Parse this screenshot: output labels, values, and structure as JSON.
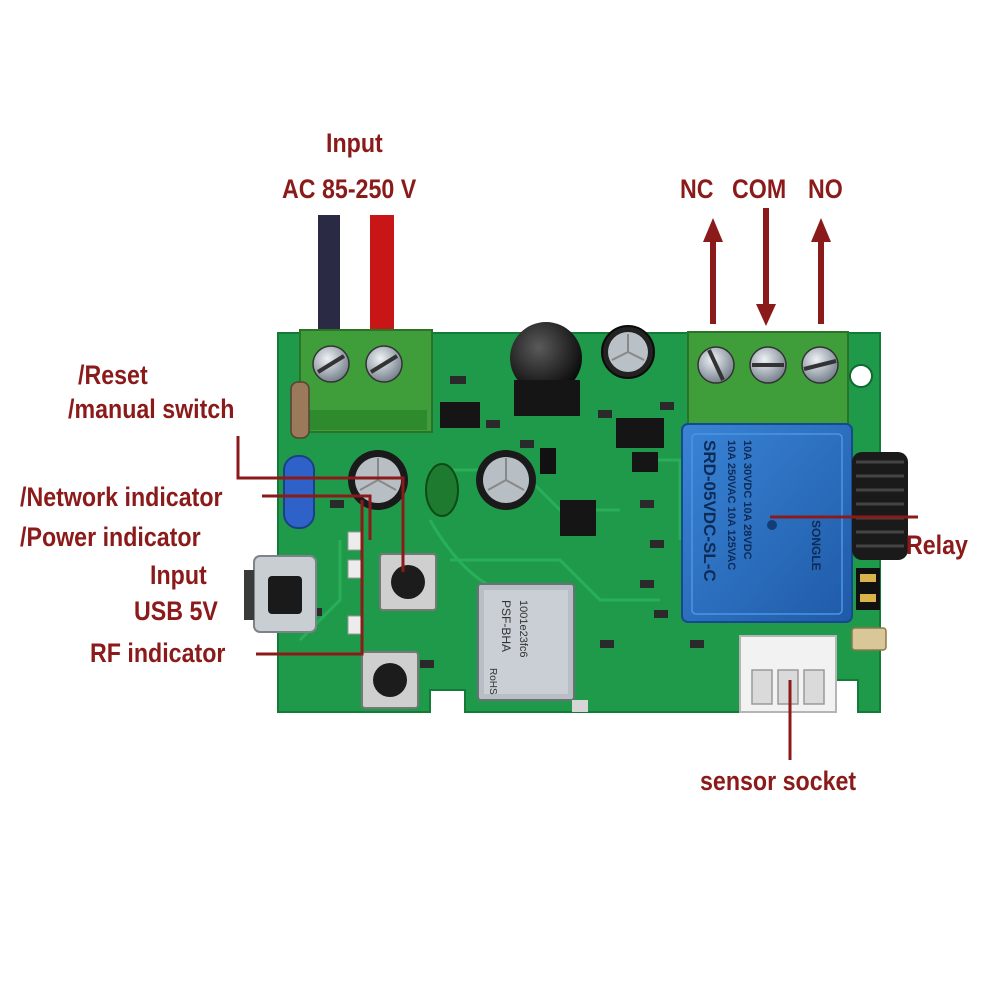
{
  "labels": {
    "input_ac_title": "Input",
    "input_ac_range": "AC  85-250 V",
    "nc": "NC",
    "com": "COM",
    "no": "NO",
    "reset": "/Reset",
    "manual_switch": "/manual switch",
    "network_indicator": "/Network indicator",
    "power_indicator": "/Power indicator",
    "input_usb_title": "Input",
    "input_usb_voltage": "USB 5V",
    "rf_indicator": "RF indicator",
    "relay": "Relay",
    "sensor_socket": "sensor socket"
  },
  "relay_marks": {
    "brand": "SONGLE",
    "model": "SRD-05VDC-SL-C",
    "rating_1": "10A 250VAC  10A 125VAC",
    "rating_2": "10A 30VDC  10A 28VDC"
  },
  "module_marks": {
    "line1": "PSF-BHA",
    "line2": "1001e23fc6",
    "line3": "RoHS"
  },
  "colors": {
    "label": "#8b1a1a",
    "pcb": "#1f9a4a",
    "terminal": "#3f9e3a",
    "relay": "#2c6fc2",
    "wire_neutral": "#2a2a44",
    "wire_live": "#c81616"
  }
}
